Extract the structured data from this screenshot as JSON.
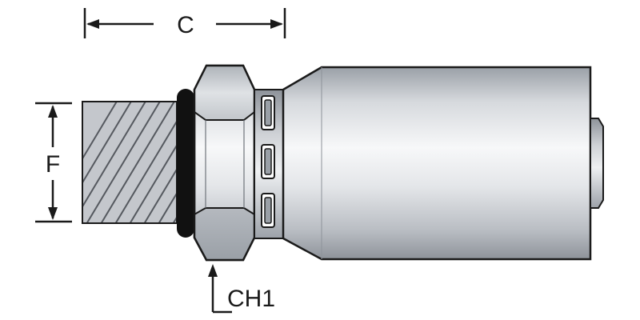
{
  "drawing": {
    "dimensions": {
      "length_label": "C",
      "diameter_label": "F",
      "hex_label": "CH1"
    },
    "colors": {
      "line": "#1a1a1a",
      "metal_light": "#f4f5f7",
      "metal_mid": "#c9ccd1",
      "metal_dark": "#8e939a",
      "oring": "#111111",
      "thread_fill": "#c4c7cc",
      "background": "#ffffff"
    }
  }
}
